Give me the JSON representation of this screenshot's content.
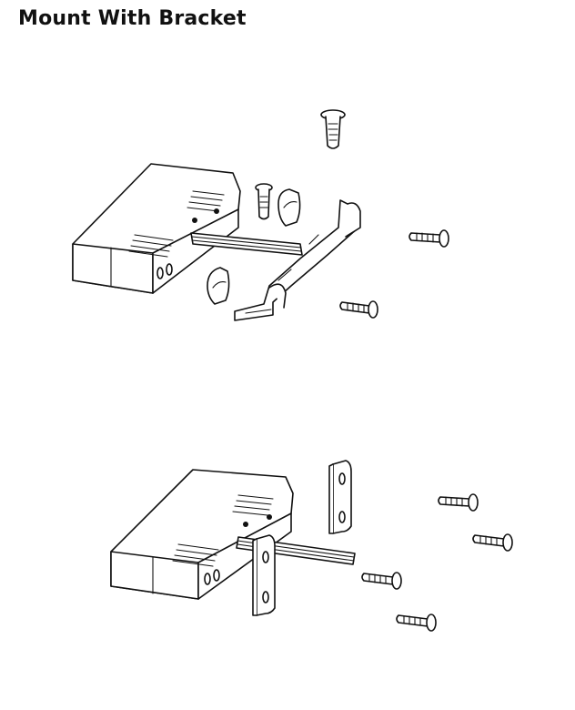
{
  "page": {
    "title": "Mount With Bracket",
    "colors": {
      "ink": "#111111",
      "background": "#ffffff"
    }
  },
  "illustrations": [
    {
      "name": "snap-in bracket assembly"
    },
    {
      "name": "flat bracket assembly"
    }
  ]
}
